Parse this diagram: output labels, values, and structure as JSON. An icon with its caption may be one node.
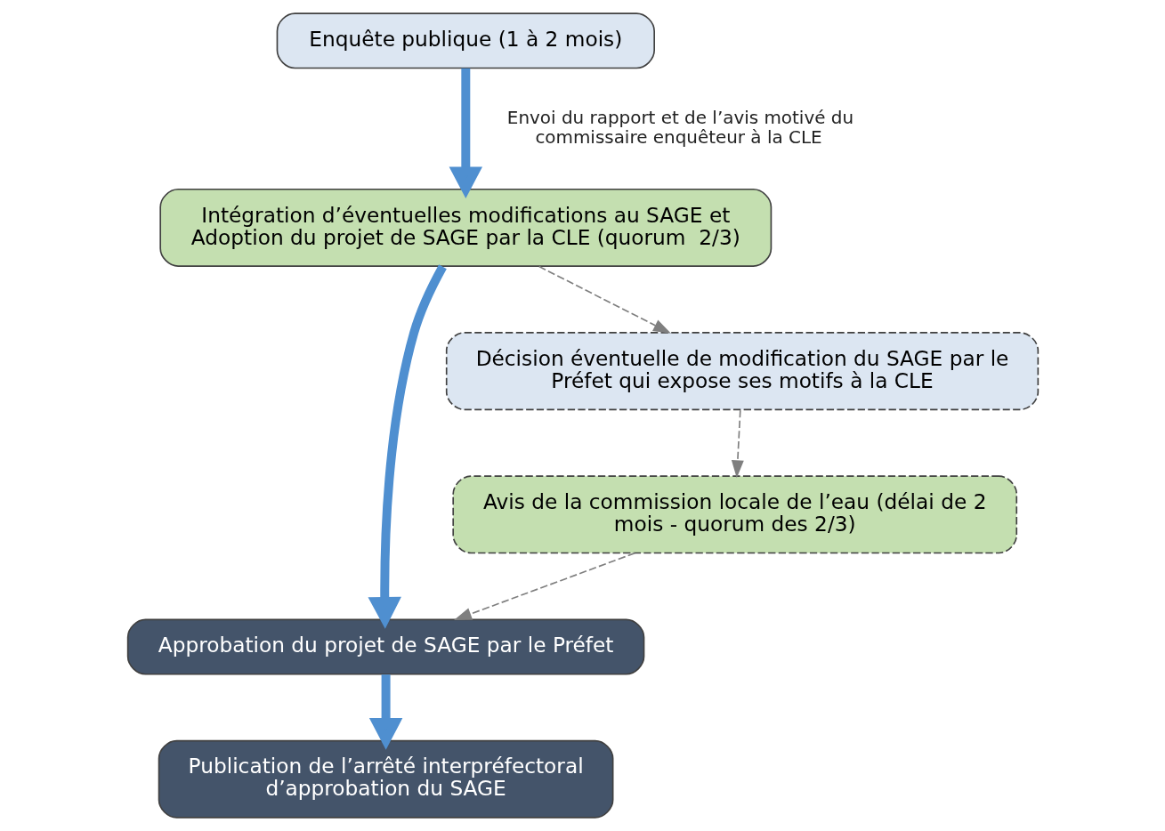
{
  "diagram": {
    "nodes": [
      {
        "text": [
          "Enquête publique (1 à 2 mois)"
        ]
      },
      {
        "text": [
          "Intégration d’éventuelles modifications au SAGE et Adoption du projet de SAGE par la CLE (quorum  2/3)"
        ]
      },
      {
        "text": [
          "Approbation du projet de SAGE par le Préfet"
        ]
      },
      {
        "text": [
          "Décision éventuelle de modification du SAGE par le Préfet qui expose ses motifs à la CLE"
        ]
      },
      {
        "text": [
          "Avis de la commission locale de l’eau (délai de 2 mois - quorum des 2/3)"
        ]
      },
      {
        "text": [
          "Publication de l’arrêté interpréfectoral d’approbation du SAGE"
        ]
      }
    ],
    "edges": [
      {
        "from": 0,
        "to": 1,
        "arrow": "to",
        "style": "thick",
        "label": "Envoi du rapport et de l’avis motivé du commissaire enquêteur à la CLE"
      },
      {
        "from": 1,
        "to": 3,
        "arrow": "to",
        "style": "dashed",
        "color": "#7f7f7f"
      },
      {
        "from": 3,
        "to": 4,
        "arrow": "to",
        "style": "dashed",
        "color": "#7f7f7f"
      },
      {
        "from": 4,
        "to": 2,
        "arrow": "to",
        "style": "dashed",
        "color": "#7f7f7f"
      },
      {
        "from": 1,
        "to": 2,
        "arrow": "to",
        "style": "thick"
      },
      {
        "from": 2,
        "to": 5,
        "arrow": "to",
        "style": "thick"
      }
    ]
  }
}
